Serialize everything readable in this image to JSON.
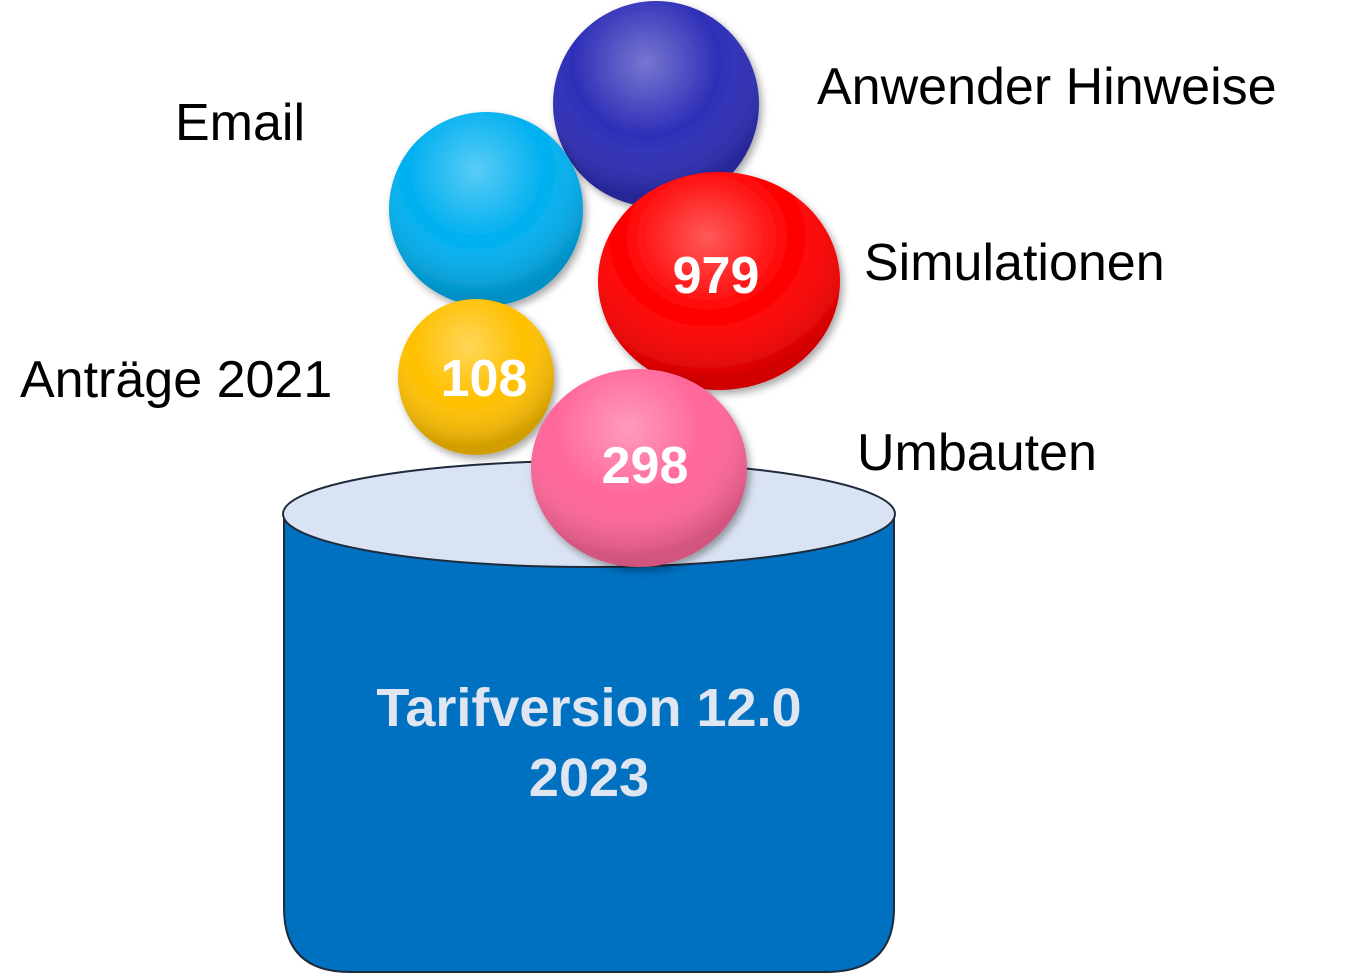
{
  "labels": {
    "email": "Email",
    "anwender_hinweise": "Anwender Hinweise",
    "simulationen": "Simulationen",
    "antraege": "Anträge 2021",
    "umbauten": "Umbauten"
  },
  "bubbles": {
    "email": {
      "value": "",
      "color": "#00b0f0"
    },
    "anwender_hinweise": {
      "value": "",
      "color": "#2e2eb8"
    },
    "simulationen": {
      "value": "979",
      "color": "#ff0000"
    },
    "antraege": {
      "value": "108",
      "color": "#ffc000"
    },
    "umbauten": {
      "value": "298",
      "color": "#ff6699"
    }
  },
  "cylinder": {
    "title_line1": "Tarifversion 12.0",
    "title_line2": "2023",
    "body_color": "#0070c0",
    "top_color": "#dae3f3"
  }
}
